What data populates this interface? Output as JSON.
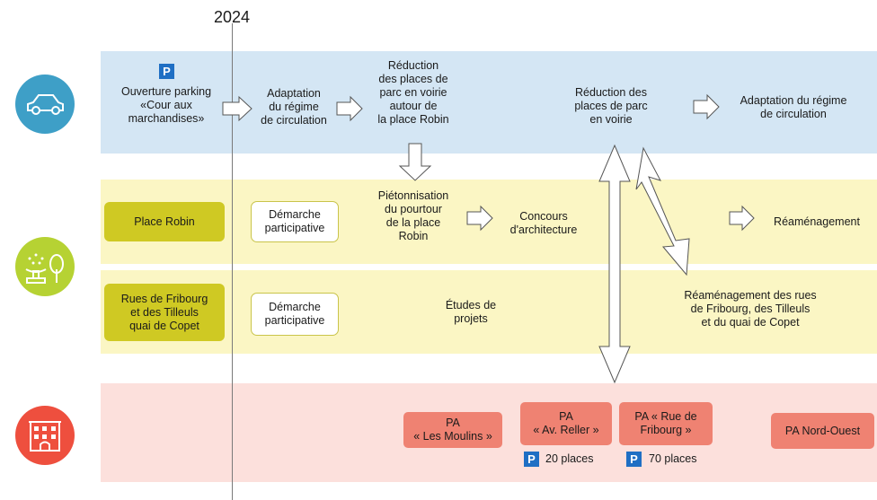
{
  "year": "2024",
  "colors": {
    "blue_band": "#d4e6f4",
    "yellow_band": "#fbf6c4",
    "pink_band": "#fce0dc",
    "car_circle": "#3e9fc7",
    "tree_circle": "#b6d233",
    "building_circle": "#ee4f3e",
    "olive_box": "#cfc923",
    "pa_box": "#ef8272",
    "parking_badge": "#1f6fc4"
  },
  "icons": {
    "car": "car-icon",
    "park": "park-icon",
    "building": "building-icon",
    "parking": "P"
  },
  "row_car": {
    "parking_badge": "P",
    "opening": "Ouverture parking\n«Cour aux\nmarchandises»",
    "adaptation1": "Adaptation\ndu régime\nde circulation",
    "reduction1": "Réduction\ndes places de\nparc en voirie\nautour de\nla place Robin",
    "reduction2": "Réduction des\nplaces de parc\nen voirie",
    "adaptation2": "Adaptation du régime\nde circulation"
  },
  "row_place_robin": {
    "label": "Place Robin",
    "demarche": "Démarche\nparticipative",
    "pietonnisation": "Piétonnisation\ndu pourtour\nde la place\nRobin",
    "concours": "Concours\nd'architecture",
    "reamenagement": "Réaménagement"
  },
  "row_rues": {
    "label": "Rues de Fribourg\net des Tilleuls\nquai de Copet",
    "demarche": "Démarche\nparticipative",
    "etudes": "Études de\nprojets",
    "reamenagement": "Réaménagement des rues\nde Fribourg, des Tilleuls\net du quai de Copet"
  },
  "row_pa": {
    "moulins": "PA\n« Les Moulins »",
    "reller": "PA\n« Av. Reller »",
    "fribourg": "PA  « Rue de\nFribourg »",
    "nord_ouest": "PA  Nord-Ouest",
    "badge": "P",
    "places_reller": "20 places",
    "places_fribourg": "70 places"
  }
}
